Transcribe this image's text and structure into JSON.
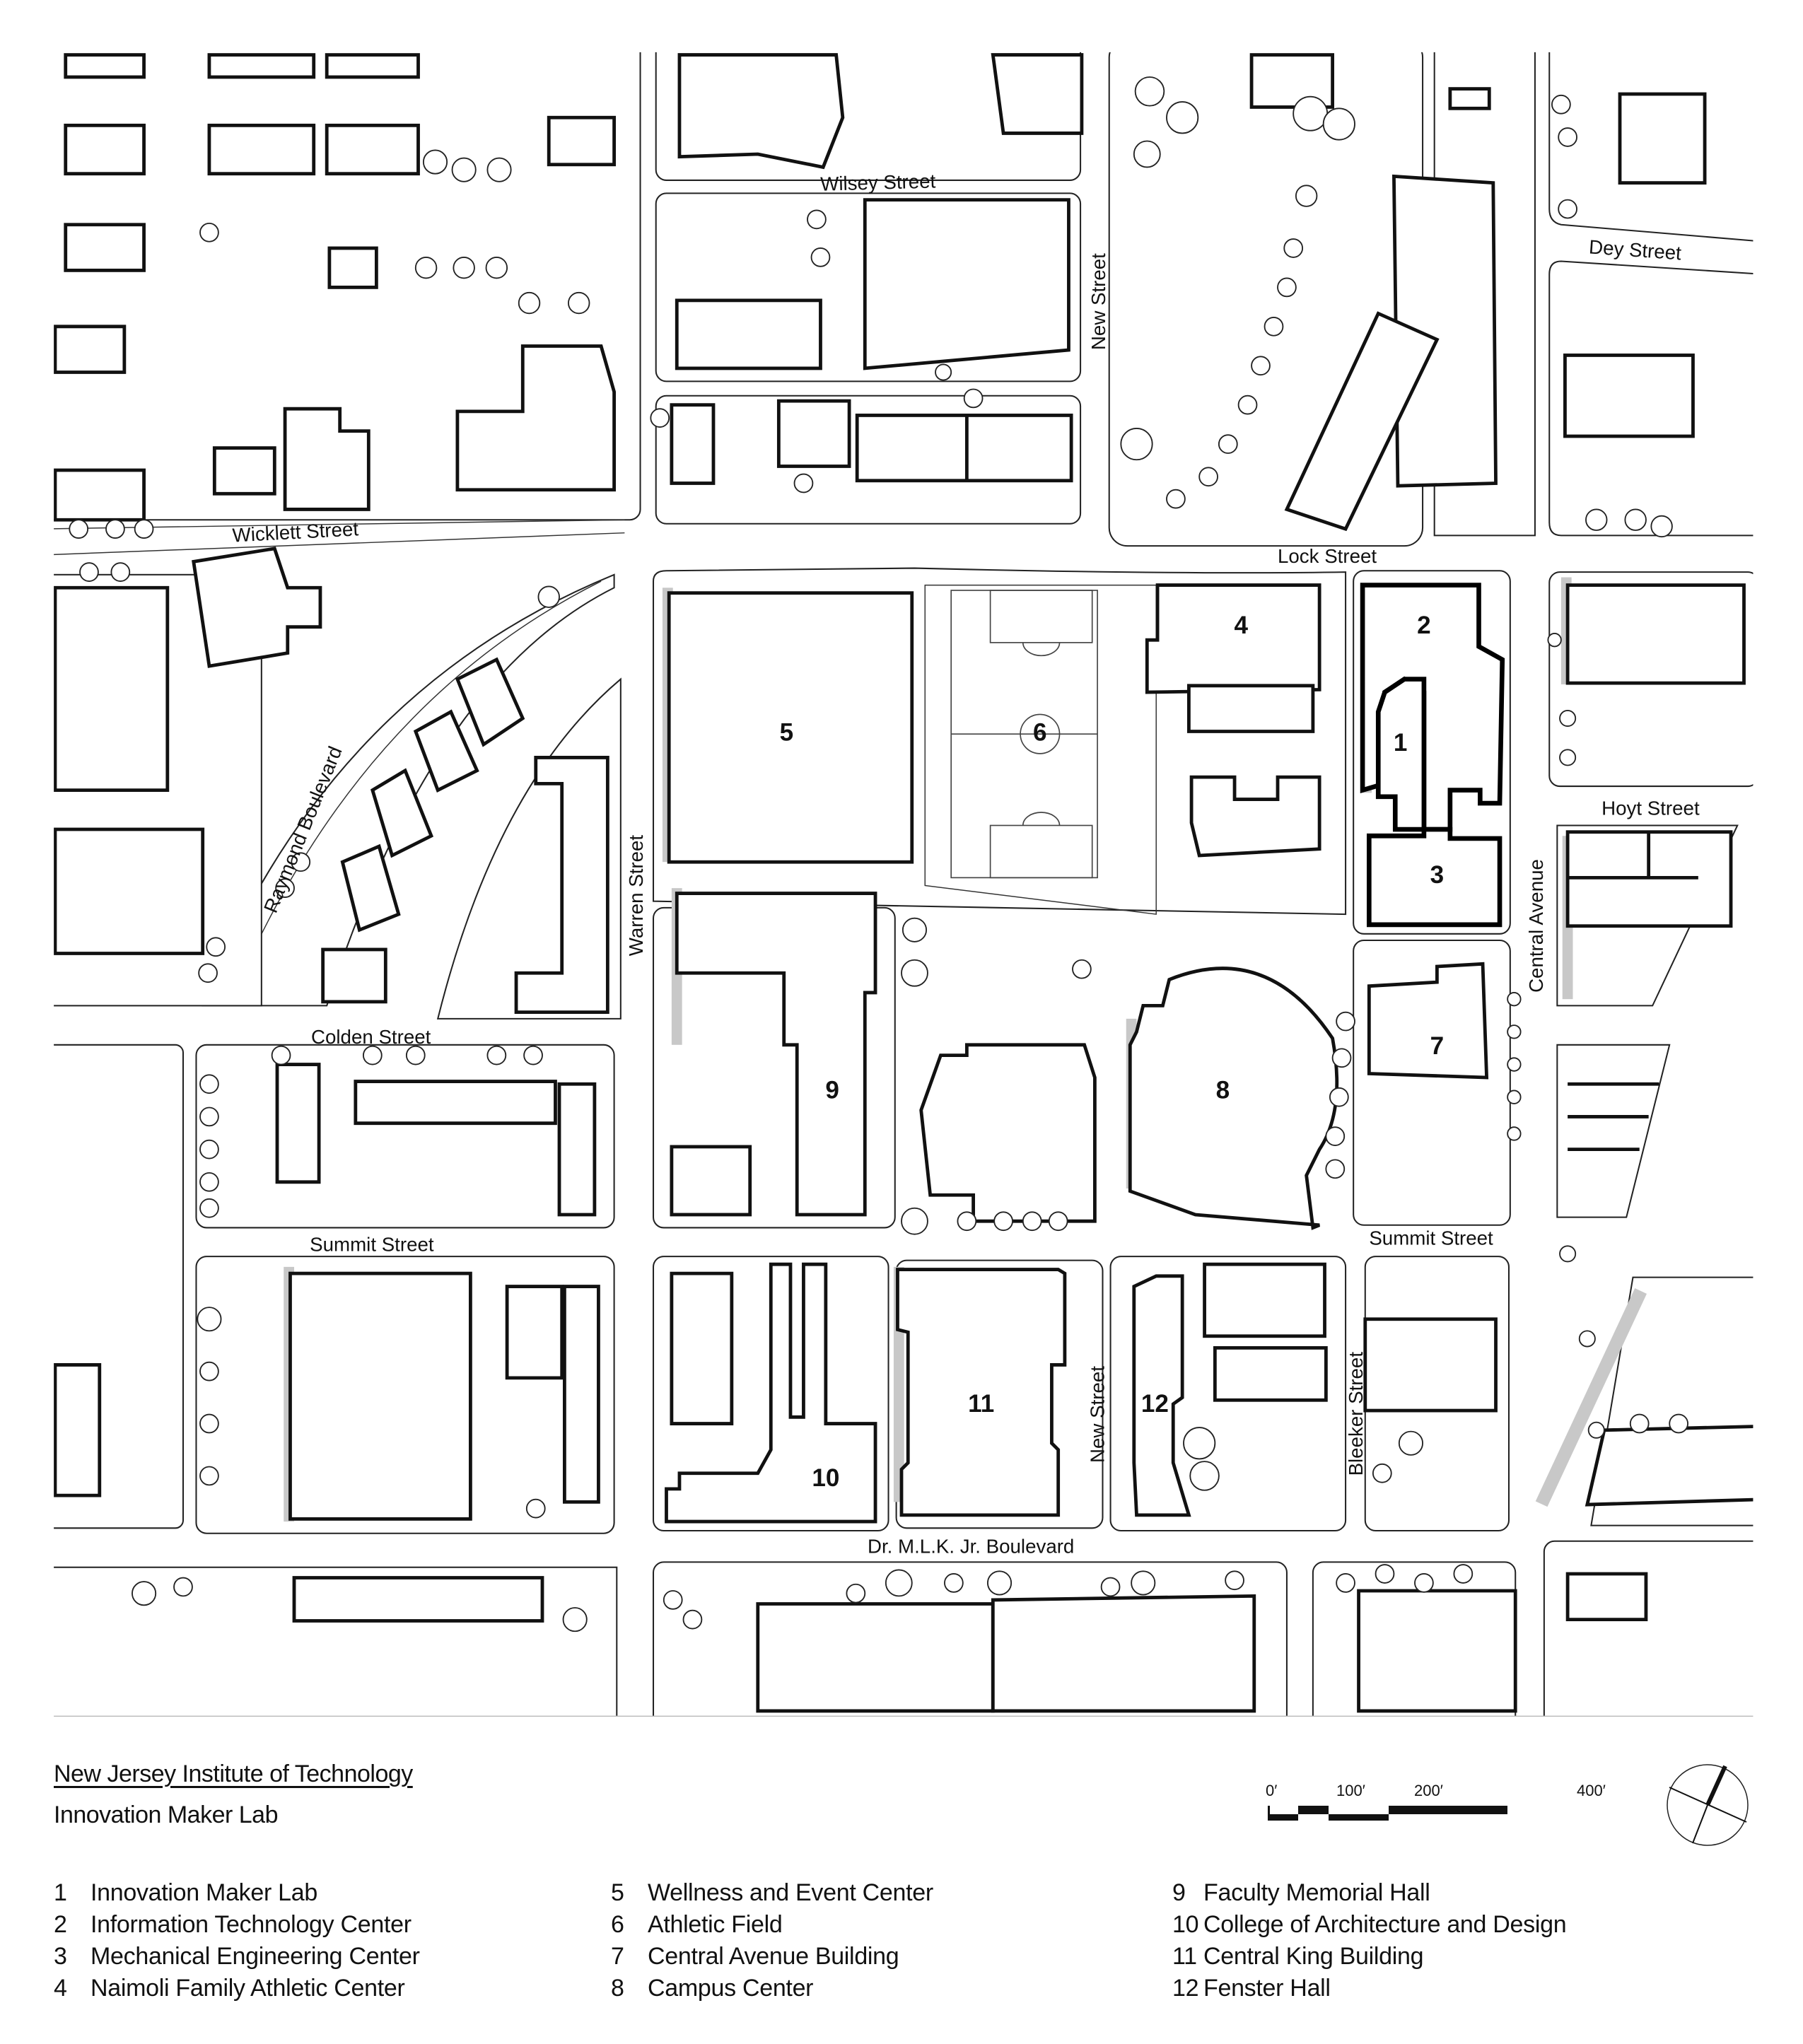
{
  "title": "New Jersey Institute of Technology",
  "subtitle": "Innovation Maker Lab",
  "streets": {
    "wilsey": "Wilsey Street",
    "dey": "Dey Street",
    "new_north": "New Street",
    "wicklett": "Wicklett Street",
    "lock": "Lock Street",
    "raymond": "Raymond Boulevard",
    "warren": "Warren Street",
    "hoyt": "Hoyt Street",
    "central": "Central Avenue",
    "colden": "Colden Street",
    "summit_west": "Summit Street",
    "summit_east": "Summit Street",
    "mlk": "Dr. M.L.K. Jr. Boulevard",
    "new_south": "New Street",
    "bleeker": "Bleeker Street"
  },
  "building_numbers": [
    "1",
    "2",
    "3",
    "4",
    "5",
    "6",
    "7",
    "8",
    "9",
    "10",
    "11",
    "12"
  ],
  "legend": [
    {
      "num": "1",
      "name": "Innovation Maker Lab"
    },
    {
      "num": "2",
      "name": "Information Technology Center"
    },
    {
      "num": "3",
      "name": "Mechanical Engineering Center"
    },
    {
      "num": "4",
      "name": "Naimoli Family Athletic Center"
    },
    {
      "num": "5",
      "name": "Wellness and Event Center"
    },
    {
      "num": "6",
      "name": "Athletic Field"
    },
    {
      "num": "7",
      "name": "Central Avenue Building"
    },
    {
      "num": "8",
      "name": "Campus Center"
    },
    {
      "num": "9",
      "name": "Faculty Memorial Hall"
    },
    {
      "num": "10",
      "name": "College of Architecture and Design"
    },
    {
      "num": "11",
      "name": "Central King Building"
    },
    {
      "num": "12",
      "name": "Fenster Hall"
    }
  ],
  "scale_bar": {
    "labels": [
      "0′",
      "100′",
      "200′",
      "400′"
    ],
    "unit": "feet"
  },
  "north_arrow": {
    "icon": "north-arrow-icon"
  },
  "colors": {
    "background": "#ffffff",
    "outline": "#111111",
    "shadow": "#c8c8c8",
    "highlight_outline": "#000000"
  }
}
